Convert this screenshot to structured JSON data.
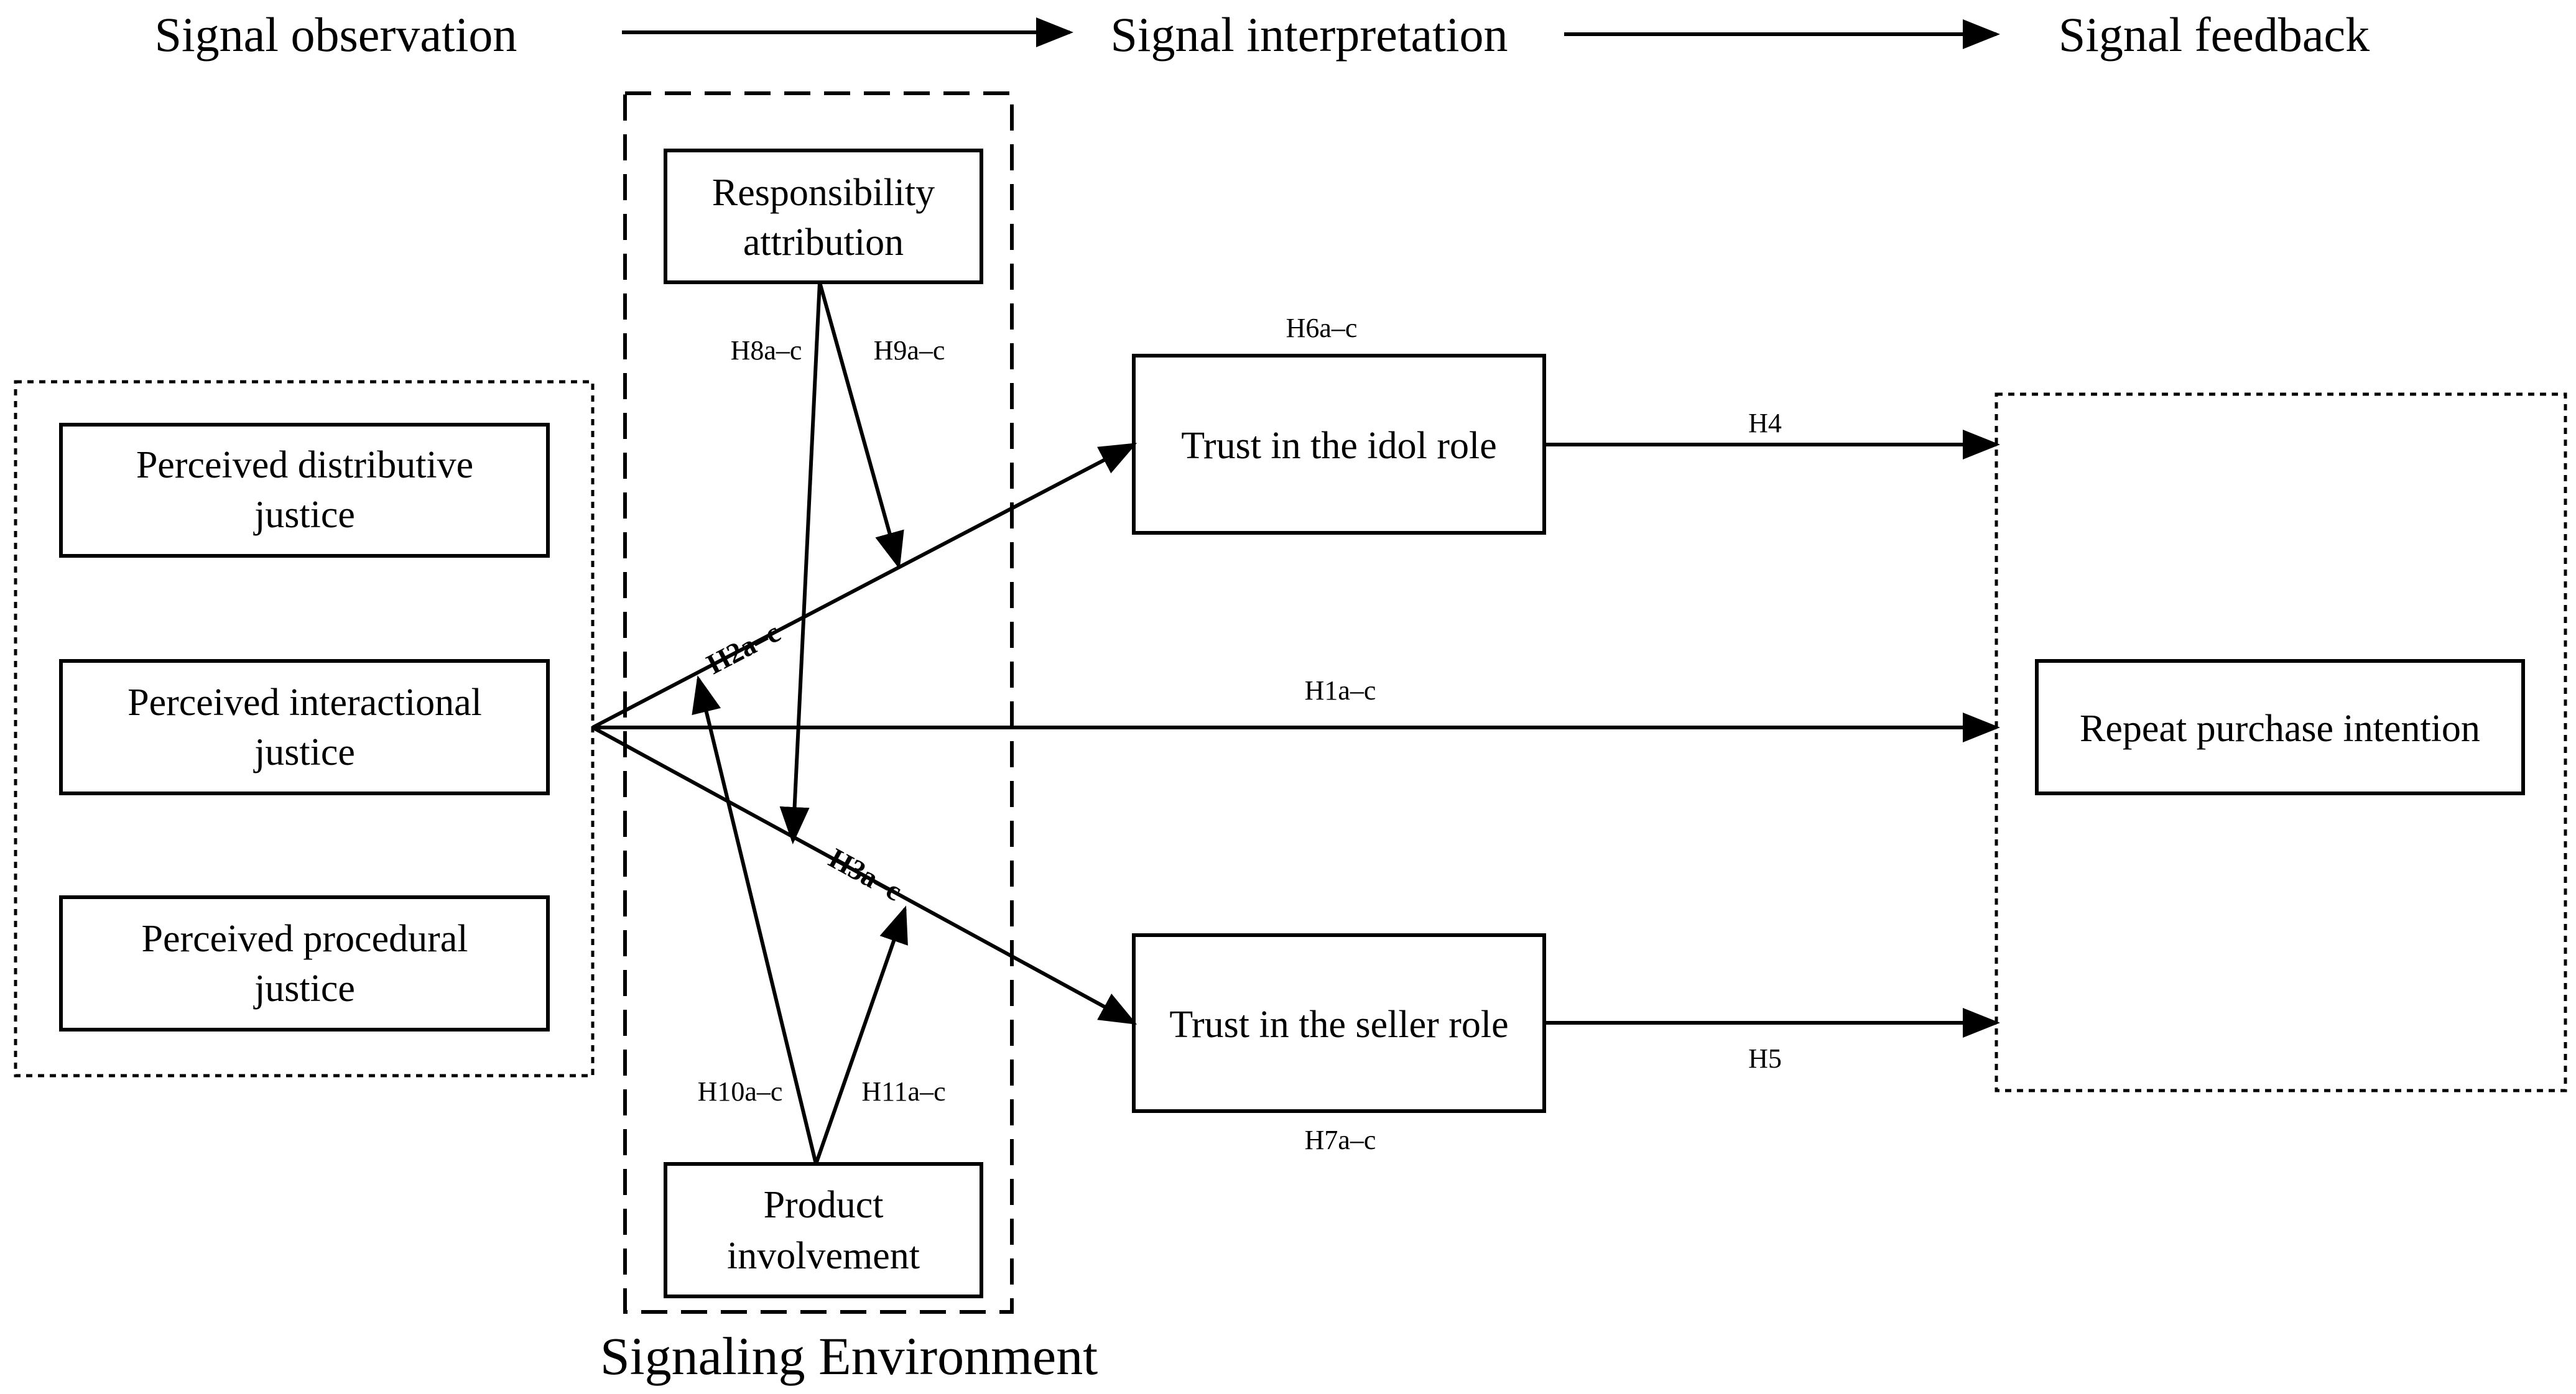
{
  "stages": {
    "observation": "Signal observation",
    "interpretation": "Signal interpretation",
    "feedback": "Signal feedback"
  },
  "environment": {
    "label": "Signaling Environment"
  },
  "boxes": {
    "distributive": [
      "Perceived distributive",
      "justice"
    ],
    "interactional": [
      "Perceived interactional",
      "justice"
    ],
    "procedural": [
      "Perceived procedural",
      "justice"
    ],
    "responsibility": [
      "Responsibility",
      "attribution"
    ],
    "involvement": [
      "Product",
      "involvement"
    ],
    "trust_idol": [
      "Trust in the idol role"
    ],
    "trust_seller": [
      "Trust in the seller role"
    ],
    "repeat": [
      "Repeat purchase intention"
    ]
  },
  "hypotheses": {
    "h1": "H1a–c",
    "h2": "H2a–c",
    "h3": "H3a–c",
    "h4": "H4",
    "h5": "H5",
    "h6": "H6a–c",
    "h7": "H7a–c",
    "h8": "H8a–c",
    "h9": "H9a–c",
    "h10": "H10a–c",
    "h11": "H11a–c"
  }
}
